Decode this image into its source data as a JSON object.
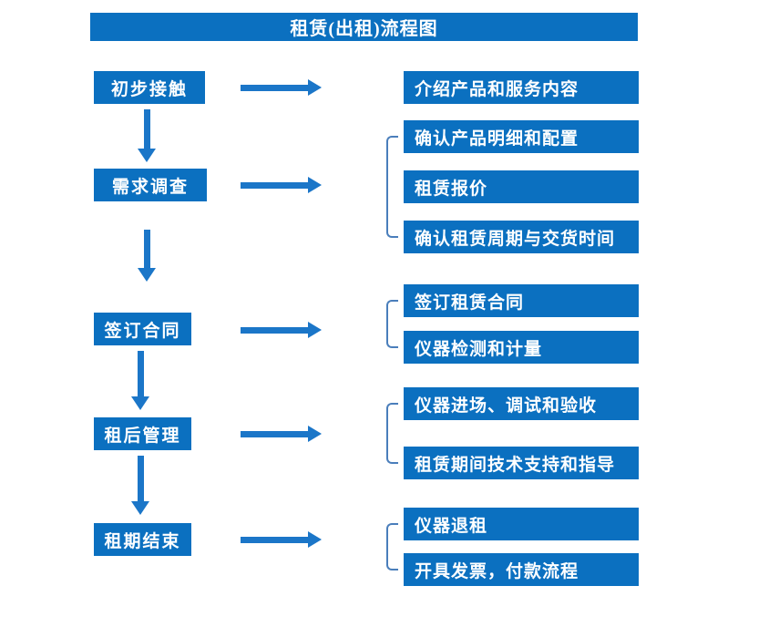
{
  "title": "租赁(出租)流程图",
  "colors": {
    "box_blue": "#0B70C0",
    "arrow_blue": "#1B76C8",
    "bracket_blue": "#4A7EBB",
    "text_white": "#FFFFFF",
    "background": "#FFFFFF"
  },
  "steps": [
    {
      "label": "初步接触",
      "details": [
        "介绍产品和服务内容"
      ]
    },
    {
      "label": "需求调查",
      "details": [
        "确认产品明细和配置",
        "租赁报价",
        "确认租赁周期与交货时间"
      ]
    },
    {
      "label": "签订合同",
      "details": [
        "签订租赁合同",
        "仪器检测和计量"
      ]
    },
    {
      "label": "租后管理",
      "details": [
        "仪器进场、调试和验收",
        "租赁期间技术支持和指导"
      ]
    },
    {
      "label": "租期结束",
      "details": [
        "仪器退租",
        "开具发票，付款流程"
      ]
    }
  ]
}
